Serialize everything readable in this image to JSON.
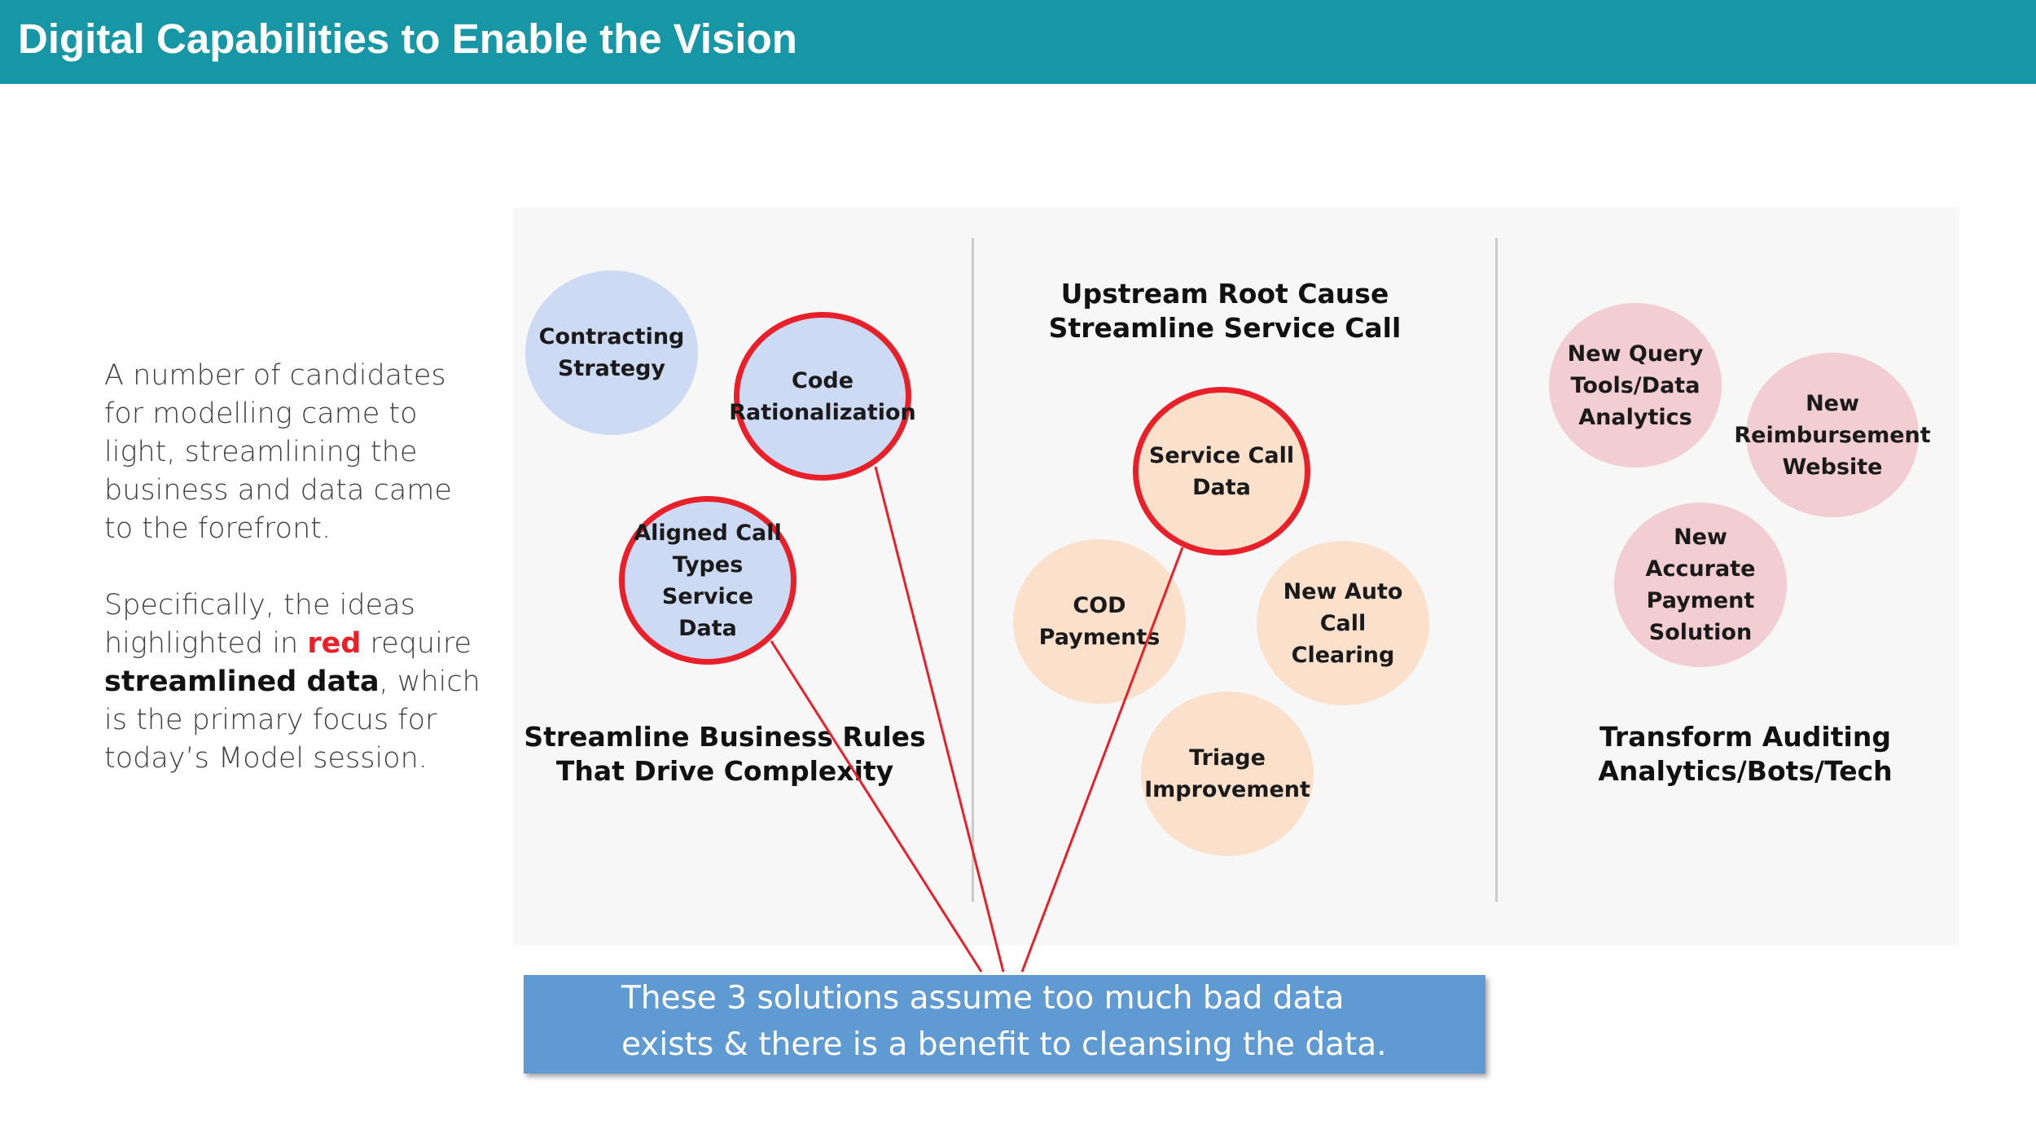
{
  "header": {
    "title": "Digital Capabilities to Enable the Vision"
  },
  "intro": {
    "p1": "A number of candidates for modelling came to light, streamlining the business and data came to the forefront.",
    "p2_a": "Specifically, the ideas highlighted in ",
    "p2_red": "red",
    "p2_b": " require ",
    "p2_bold": "streamlined data",
    "p2_c": ", which is the primary focus for today’s Model session."
  },
  "columns": {
    "left_title": "Streamline Business Rules\nThat Drive Complexity",
    "middle_title": "Upstream Root Cause\nStreamline Service Call",
    "right_title": "Transform Auditing\nAnalytics/Bots/Tech"
  },
  "circles": {
    "contracting": "Contracting\nStrategy",
    "code": "Code\nRationalization",
    "aligned": "Aligned Call\nTypes Service\nData",
    "service_call": "Service Call\nData",
    "cod": "COD Payments",
    "auto_call": "New Auto Call\nClearing",
    "triage": "Triage\nImprovement",
    "query_tools": "New Query\nTools/Data\nAnalytics",
    "reimbursement": "New\nReimbursement\nWebsite",
    "accurate_payment": "New Accurate\nPayment\nSolution"
  },
  "callout": {
    "text": "These 3 solutions assume too much bad data\nexists & there is a benefit to cleansing the data."
  },
  "colors": {
    "header": "#1797a6",
    "highlight": "#e8202a",
    "blue_circle": "#ccdaf3",
    "peach_circle": "#fbe0cb",
    "pink_circle": "#f2cdd1",
    "callout": "#609ad2"
  }
}
